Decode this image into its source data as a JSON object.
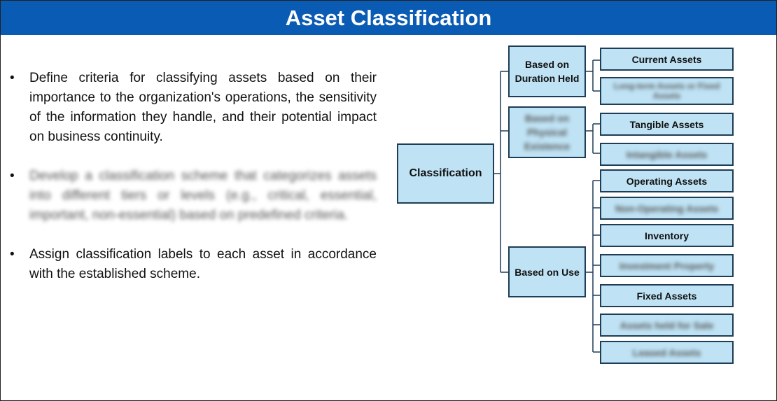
{
  "title": "Asset Classification",
  "bullets": [
    {
      "text": "Define criteria for classifying assets based on their importance to the organization's operations, the sensitivity of the information they handle, and their potential impact on business continuity.",
      "blurred": false
    },
    {
      "text": "Develop a classification scheme that categorizes assets into different tiers or levels (e.g., critical, essential, important, non-essential) based on predefined criteria.",
      "blurred": true
    },
    {
      "text": "Assign classification labels to each asset in accordance with the established scheme.",
      "blurred": false
    }
  ],
  "diagram": {
    "root": "Classification",
    "categories": [
      {
        "label": "Based on Duration Held",
        "blurred": false
      },
      {
        "label": "Based on Physical Existence",
        "blurred": true
      },
      {
        "label": "Based on Use",
        "blurred": false
      }
    ],
    "leaves": [
      {
        "label": "Current Assets",
        "blurred": false
      },
      {
        "label": "Long-term Assets or Fixed Assets",
        "blurred": true
      },
      {
        "label": "Tangible Assets",
        "blurred": false
      },
      {
        "label": "Intangible Assets",
        "blurred": true
      },
      {
        "label": "Operating Assets",
        "blurred": false
      },
      {
        "label": "Non-Operating Assets",
        "blurred": true
      },
      {
        "label": "Inventory",
        "blurred": false
      },
      {
        "label": "Investment Property",
        "blurred": true
      },
      {
        "label": "Fixed Assets",
        "blurred": false
      },
      {
        "label": "Assets held for Sale",
        "blurred": true
      },
      {
        "label": "Leased Assets",
        "blurred": true
      }
    ],
    "colors": {
      "box_fill": "#bfe3f5",
      "box_border": "#1e3d56",
      "header": "#0a5bb3"
    }
  }
}
